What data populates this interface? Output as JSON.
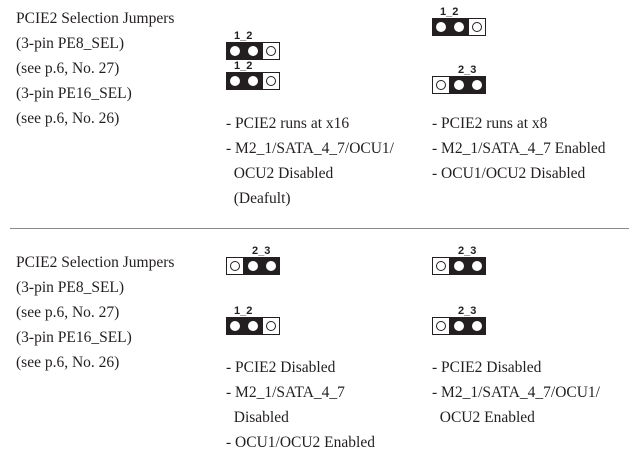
{
  "section1": {
    "heading": [
      "PCIE2 Selection Jumpers",
      "(3-pin PE8_SEL)",
      "(see p.6, No. 27)",
      "(3-pin PE16_SEL)",
      "(see p.6, No. 26)"
    ],
    "config_a": {
      "jumper_top_label": "1_2",
      "jumper_bottom_label": "1_2",
      "lines": [
        "- PCIE2 runs at x16",
        "- M2_1/SATA_4_7/OCU1/",
        "  OCU2 Disabled",
        "  (Deafult)"
      ]
    },
    "config_b": {
      "jumper_top_label": "1_2",
      "jumper_bottom_label": "2_3",
      "lines": [
        "- PCIE2 runs at x8",
        "- M2_1/SATA_4_7 Enabled",
        "- OCU1/OCU2 Disabled"
      ]
    }
  },
  "section2": {
    "heading": [
      "PCIE2 Selection Jumpers",
      "(3-pin PE8_SEL)",
      "(see p.6, No. 27)",
      "(3-pin PE16_SEL)",
      "(see p.6, No. 26)"
    ],
    "config_a": {
      "jumper_top_label": "2_3",
      "jumper_bottom_label": "1_2",
      "lines": [
        "- PCIE2 Disabled",
        "- M2_1/SATA_4_7",
        "  Disabled",
        "- OCU1/OCU2 Enabled"
      ]
    },
    "config_b": {
      "jumper_top_label": "2_3",
      "jumper_bottom_label": "2_3",
      "lines": [
        "- PCIE2 Disabled",
        "- M2_1/SATA_4_7/OCU1/",
        "  OCU2 Enabled"
      ]
    }
  }
}
